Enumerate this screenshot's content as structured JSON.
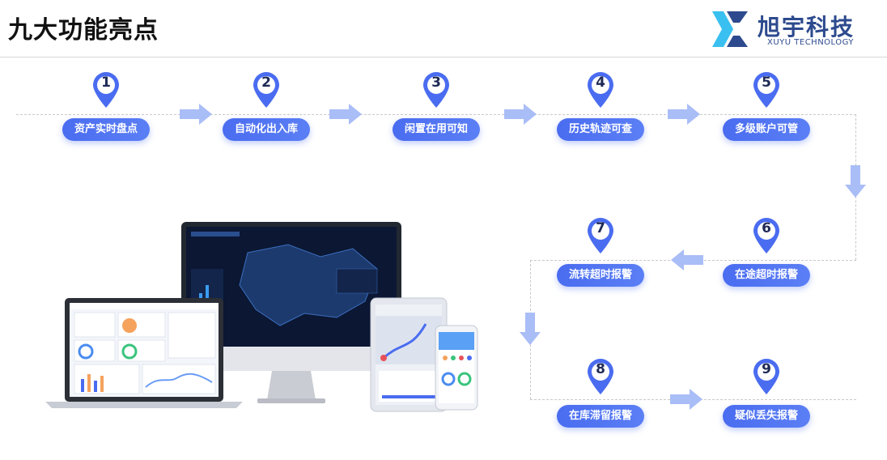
{
  "header": {
    "title": "九大功能亮点"
  },
  "logo": {
    "name_cn": "旭宇科技",
    "name_en": "XUYU TECHNOLOGY",
    "brand_color": "#2d4a8e",
    "accent_color": "#39c0f0"
  },
  "steps": [
    {
      "num": "1",
      "label": "资产实时盘点"
    },
    {
      "num": "2",
      "label": "自动化出入库"
    },
    {
      "num": "3",
      "label": "闲置在用可知"
    },
    {
      "num": "4",
      "label": "历史轨迹可查"
    },
    {
      "num": "5",
      "label": "多级账户可管"
    },
    {
      "num": "6",
      "label": "在途超时报警"
    },
    {
      "num": "7",
      "label": "流转超时报警"
    },
    {
      "num": "8",
      "label": "在库滞留报警"
    },
    {
      "num": "9",
      "label": "疑似丢失报警"
    }
  ],
  "colors": {
    "pill": "#4a6cf0",
    "arrow": "#a9bdf7",
    "pin": "#4a6cf0"
  },
  "devices_icon": "monitor-laptop-tablet-phone-illustration"
}
